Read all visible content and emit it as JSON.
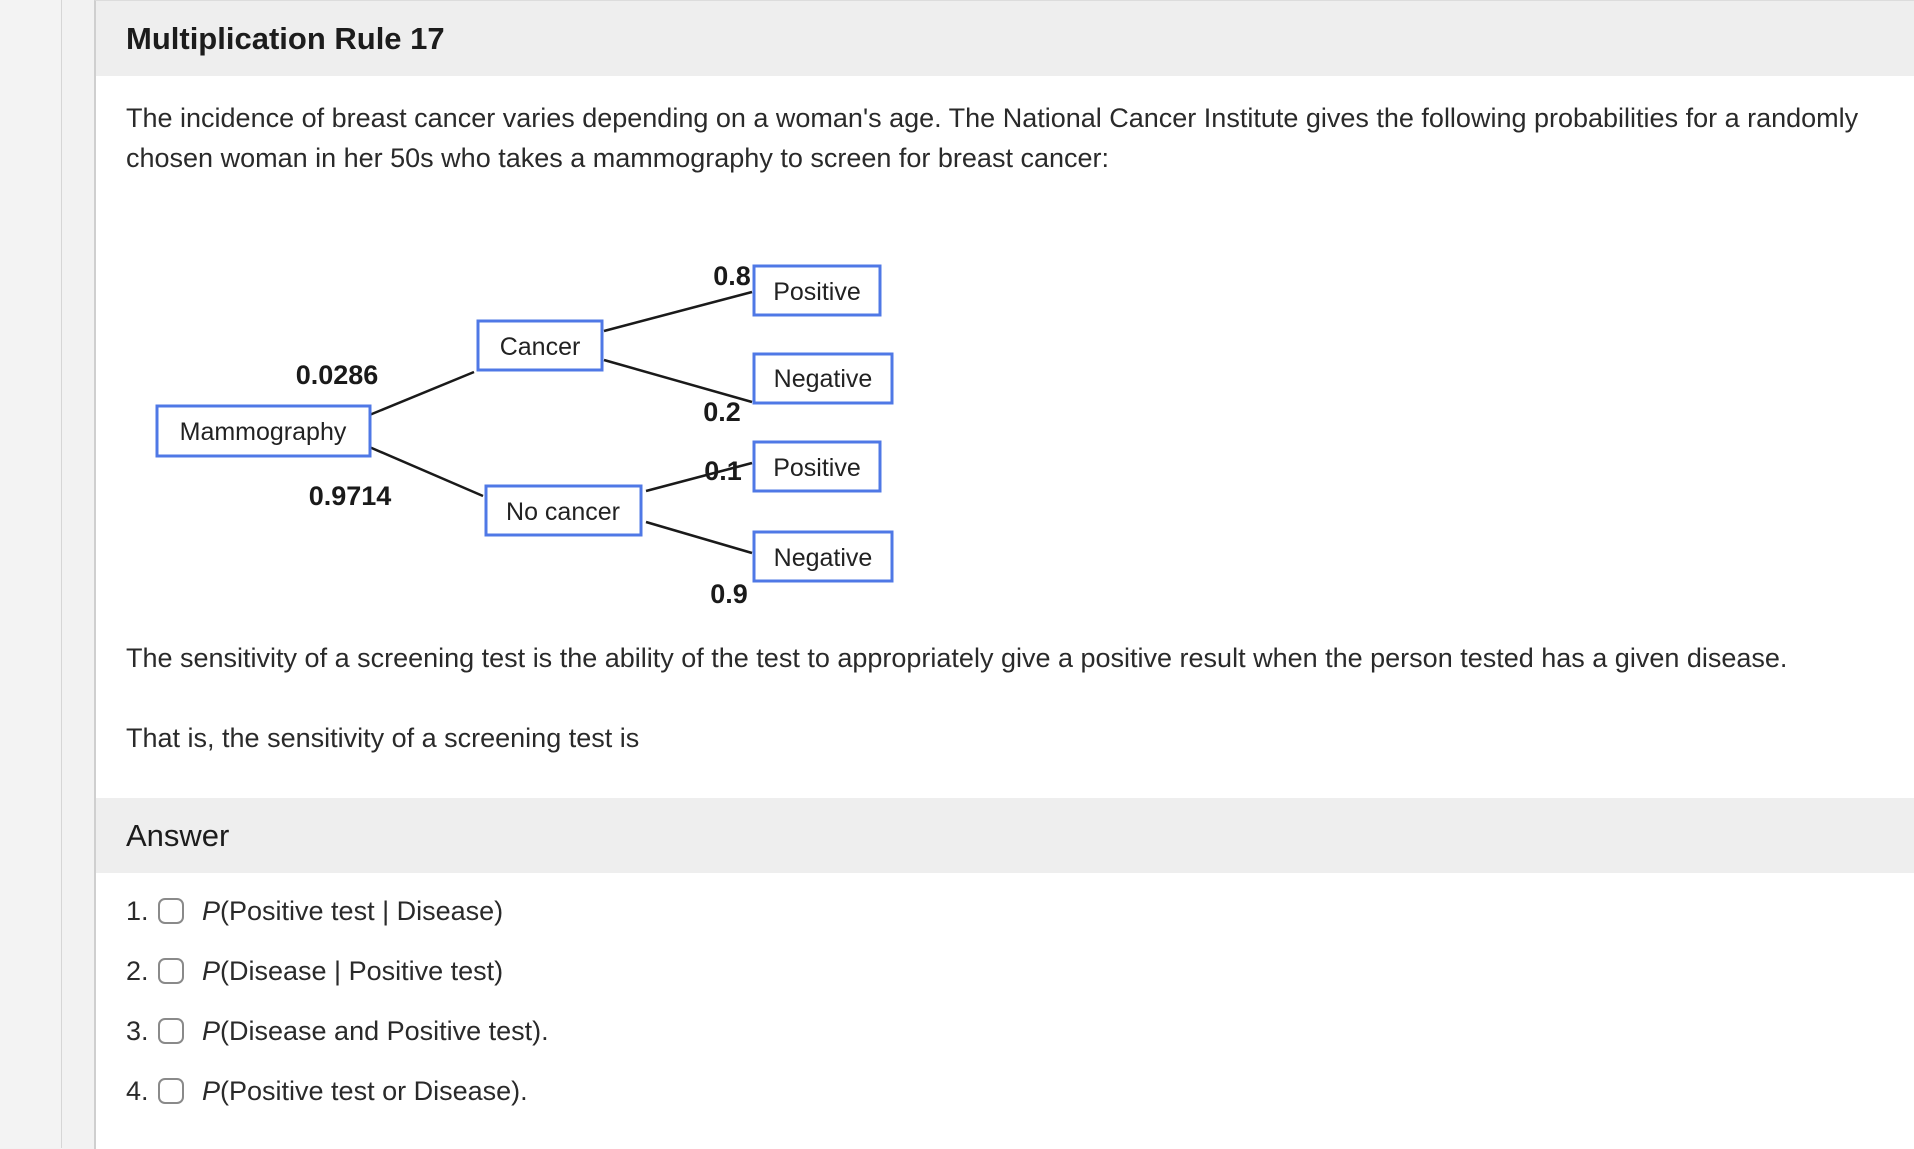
{
  "question": {
    "title": "Multiplication Rule 17",
    "intro": "The incidence of breast cancer varies depending on a woman's age. The National Cancer Institute gives the following probabilities for a randomly chosen woman in her 50s who takes a mammography to screen for breast cancer:",
    "sensitivity_text": "The sensitivity of a screening test is the ability of the test to appropriately give a positive result when the person tested has a given disease.",
    "that_is_text": "That is, the sensitivity of a screening test is"
  },
  "tree": {
    "root": "Mammography",
    "branch1_label": "Cancer",
    "branch1_prob": "0.0286",
    "branch2_label": "No cancer",
    "branch2_prob": "0.9714",
    "b1_pos_label": "Positive",
    "b1_pos_prob": "0.8",
    "b1_neg_label": "Negative",
    "b1_neg_prob": "0.2",
    "b2_pos_label": "Positive",
    "b2_pos_prob": "0.1",
    "b2_neg_label": "Negative",
    "b2_neg_prob": "0.9",
    "box_color": "#4f78e6"
  },
  "answer": {
    "heading": "Answer",
    "options": [
      {
        "num": "1.",
        "p": "P",
        "rest": "(Positive test | Disease)"
      },
      {
        "num": "2.",
        "p": "P",
        "rest": "(Disease | Positive test)"
      },
      {
        "num": "3.",
        "p": "P",
        "rest": "(Disease and Positive test)."
      },
      {
        "num": "4.",
        "p": "P",
        "rest": "(Positive test or Disease)."
      }
    ]
  }
}
